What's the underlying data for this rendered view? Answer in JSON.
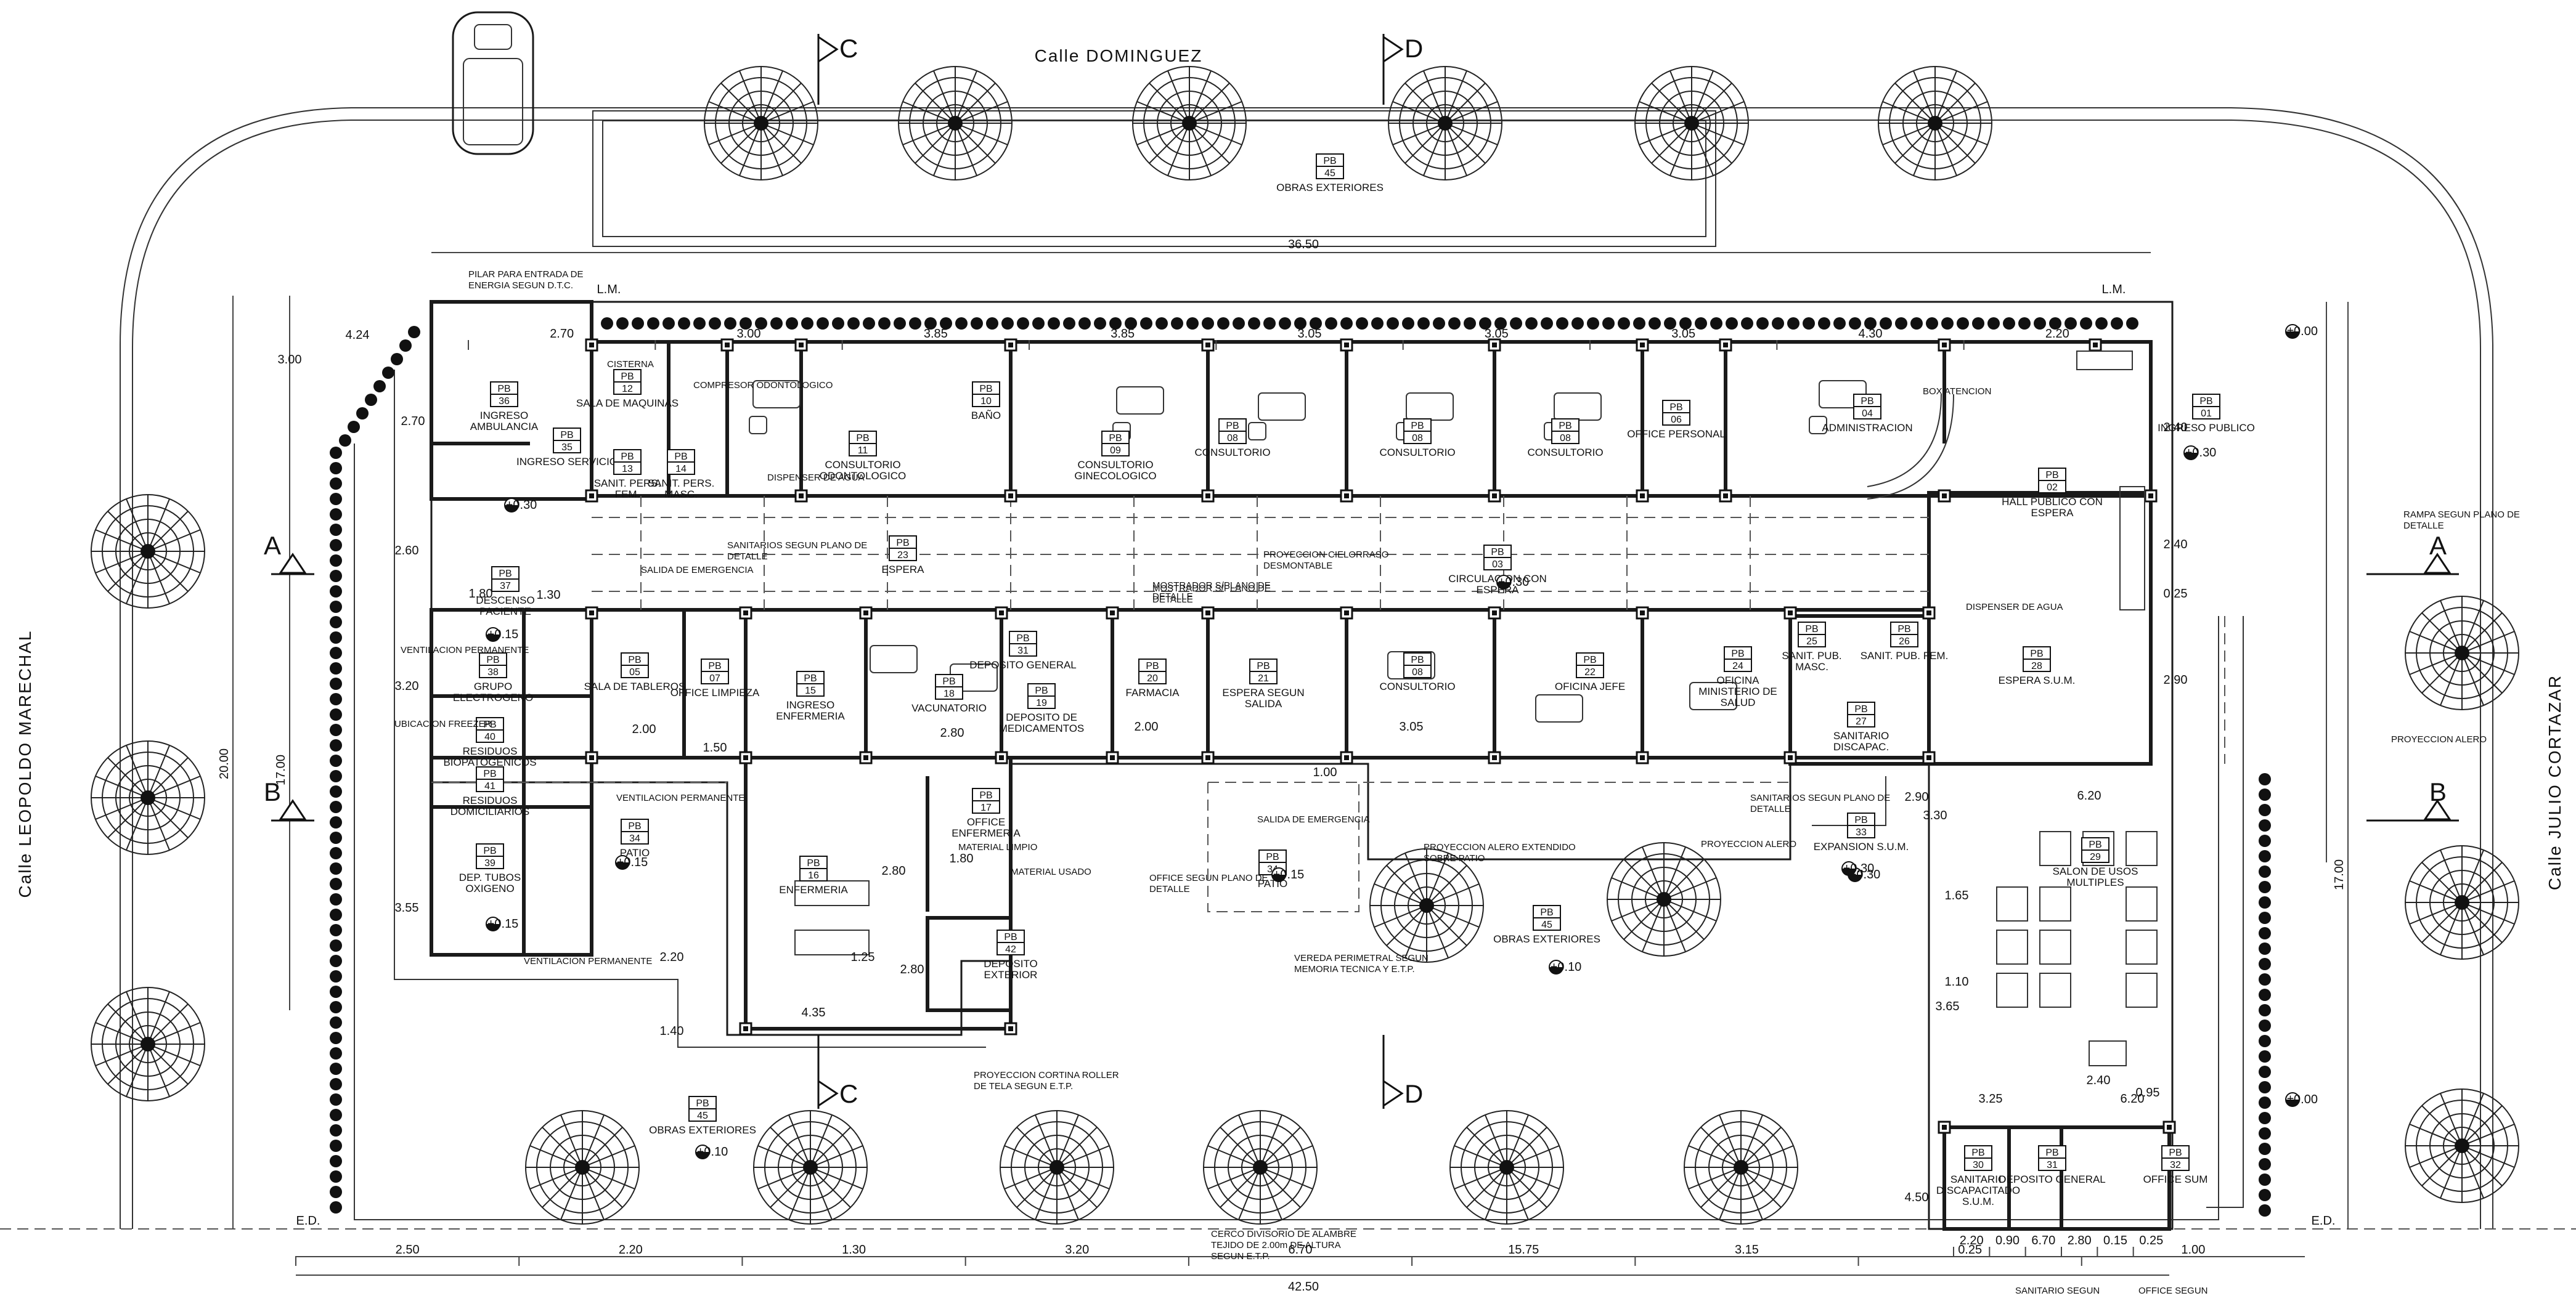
{
  "streets": {
    "north": "Calle DOMINGUEZ",
    "west": "Calle LEOPOLDO MARECHAL",
    "east": "Calle JULIO CORTAZAR"
  },
  "section_marks": {
    "a": "A",
    "b": "B",
    "c": "C",
    "d": "D"
  },
  "line_labels": {
    "lm": "L.M.",
    "ed": "E.D."
  },
  "rooms": [
    {
      "code": "PB",
      "num": "36",
      "name": "INGRESO AMBULANCIA"
    },
    {
      "code": "PB",
      "num": "12",
      "name": "SALA DE MAQUINAS"
    },
    {
      "code": "PB",
      "num": "35",
      "name": "INGRESO SERVICIO"
    },
    {
      "code": "PB",
      "num": "13",
      "name": "SANIT. PERS. FEM."
    },
    {
      "code": "PB",
      "num": "14",
      "name": "SANIT. PERS. MASC."
    },
    {
      "code": "PB",
      "num": "11",
      "name": "CONSULTORIO ODONTOLOGICO"
    },
    {
      "code": "PB",
      "num": "10",
      "name": "BAÑO"
    },
    {
      "code": "PB",
      "num": "09",
      "name": "CONSULTORIO GINECOLOGICO"
    },
    {
      "code": "PB",
      "num": "08",
      "name": "CONSULTORIO"
    },
    {
      "code": "PB",
      "num": "08",
      "name": "CONSULTORIO"
    },
    {
      "code": "PB",
      "num": "08",
      "name": "CONSULTORIO"
    },
    {
      "code": "PB",
      "num": "06",
      "name": "OFFICE PERSONAL"
    },
    {
      "code": "PB",
      "num": "04",
      "name": "ADMINISTRACION"
    },
    {
      "code": "PB",
      "num": "01",
      "name": "INGRESO PUBLICO"
    },
    {
      "code": "PB",
      "num": "02",
      "name": "HALL PUBLICO CON ESPERA"
    },
    {
      "code": "PB",
      "num": "37",
      "name": "DESCENSO PACIENTE"
    },
    {
      "code": "PB",
      "num": "23",
      "name": "ESPERA"
    },
    {
      "code": "PB",
      "num": "03",
      "name": "CIRCULACION CON ESPERA"
    },
    {
      "code": "PB",
      "num": "38",
      "name": "GRUPO ELECTROGENO"
    },
    {
      "code": "PB",
      "num": "05",
      "name": "SALA DE TABLEROS"
    },
    {
      "code": "PB",
      "num": "07",
      "name": "OFFICE LIMPIEZA"
    },
    {
      "code": "PB",
      "num": "15",
      "name": "INGRESO ENFERMERIA"
    },
    {
      "code": "PB",
      "num": "18",
      "name": "VACUNATORIO"
    },
    {
      "code": "PB",
      "num": "31",
      "name": "DEPOSITO GENERAL"
    },
    {
      "code": "PB",
      "num": "19",
      "name": "DEPOSITO DE MEDICAMENTOS"
    },
    {
      "code": "PB",
      "num": "20",
      "name": "FARMACIA"
    },
    {
      "code": "PB",
      "num": "21",
      "name": "ESPERA SEGUN SALIDA"
    },
    {
      "code": "PB",
      "num": "08",
      "name": "CONSULTORIO"
    },
    {
      "code": "PB",
      "num": "22",
      "name": "OFICINA JEFE"
    },
    {
      "code": "PB",
      "num": "24",
      "name": "OFICINA MINISTERIO DE SALUD"
    },
    {
      "code": "PB",
      "num": "25",
      "name": "SANIT. PUB. MASC."
    },
    {
      "code": "PB",
      "num": "26",
      "name": "SANIT. PUB. FEM."
    },
    {
      "code": "PB",
      "num": "27",
      "name": "SANITARIO DISCAPAC."
    },
    {
      "code": "PB",
      "num": "28",
      "name": "ESPERA S.U.M."
    },
    {
      "code": "PB",
      "num": "40",
      "name": "RESIDUOS BIOPATOGENICOS"
    },
    {
      "code": "PB",
      "num": "41",
      "name": "RESIDUOS DOMICILIARIOS"
    },
    {
      "code": "PB",
      "num": "39",
      "name": "DEP. TUBOS OXIGENO"
    },
    {
      "code": "PB",
      "num": "34",
      "name": "PATIO"
    },
    {
      "code": "PB",
      "num": "16",
      "name": "ENFERMERIA"
    },
    {
      "code": "PB",
      "num": "17",
      "name": "OFFICE ENFERMERIA"
    },
    {
      "code": "PB",
      "num": "42",
      "name": "DEPOSITO EXTERIOR"
    },
    {
      "code": "PB",
      "num": "34",
      "name": "PATIO"
    },
    {
      "code": "PB",
      "num": "33",
      "name": "EXPANSION S.U.M."
    },
    {
      "code": "PB",
      "num": "29",
      "name": "SALON DE USOS MULTIPLES"
    },
    {
      "code": "PB",
      "num": "45",
      "name": "OBRAS EXTERIORES"
    },
    {
      "code": "PB",
      "num": "45",
      "name": "OBRAS EXTERIORES"
    },
    {
      "code": "PB",
      "num": "45",
      "name": "OBRAS EXTERIORES"
    },
    {
      "code": "PB",
      "num": "30",
      "name": "SANITARIO DISCAPACITADO S.U.M."
    },
    {
      "code": "PB",
      "num": "31",
      "name": "DEPOSITO GENERAL"
    },
    {
      "code": "PB",
      "num": "32",
      "name": "OFFICE SUM"
    }
  ],
  "levels": [
    "+0.30",
    "+0.30",
    "+0.30",
    "+0.30",
    "+0.15",
    "+0.15",
    "+0.30",
    "+0.15",
    "+0.10",
    "+0.10",
    "+0.15",
    "±0.00",
    "±0.00"
  ],
  "notes": [
    "PILAR PARA ENTRADA DE ENERGIA SEGUN D.T.C.",
    "CISTERNA",
    "COMPRESOR ODONTOLOGICO",
    "DISPENSER DE AGUA",
    "SANITARIOS SEGUN PLANO DE DETALLE",
    "SALIDA DE EMERGENCIA",
    "MOSTRADOR S/PLANO DE DETALLE",
    "PROYECCION CIELORRASO DESMONTABLE",
    "MOSTRADOR S/PLANO DE DETALLE",
    "RAMPA SEGUN PLANO DE DETALLE",
    "DISPENSER DE AGUA",
    "PROYECCION ALERO",
    "VENTILACION PERMANENTE",
    "UBICACION FREEZER",
    "VENTILACION PERMANENTE",
    "VENTILACION PERMANENTE",
    "MATERIAL LIMPIO",
    "MATERIAL USADO",
    "OFFICE SEGUN PLANO DE DETALLE",
    "SALIDA DE EMERGENCIA",
    "PROYECCION ALERO EXTENDIDO SOBRE PATIO",
    "PROYECCION ALERO",
    "SANITARIOS SEGUN PLANO DE DETALLE",
    "VEREDA PERIMETRAL SEGUN MEMORIA TECNICA Y E.T.P.",
    "PROYECCION CORTINA ROLLER DE TELA SEGUN E.T.P.",
    "CERCO DIVISORIO DE ALAMBRE TEJIDO DE 2.00m DE ALTURA SEGUN E.T.P.",
    "SANITARIO SEGUN",
    "OFFICE SEGUN",
    "BOX ATENCION"
  ],
  "dims": {
    "top_overall": "36.50",
    "bottom_overall": "42.50",
    "west_height": "20.00",
    "east_height": "17.00",
    "west_inner": "17.00",
    "bottom_chain": [
      "2.50",
      "2.20",
      "1.30",
      "3.20",
      "6.70",
      "15.75",
      "3.15",
      "0.25",
      "1.00"
    ],
    "bottom_chain2": [
      "2.20",
      "0.90",
      "6.70",
      "2.80",
      "0.15",
      "0.25"
    ],
    "north_rooms": [
      "2.70",
      "3.00",
      "3.85",
      "3.85",
      "3.05",
      "3.05",
      "3.05",
      "4.30",
      "2.20"
    ],
    "misc": [
      "3.00",
      "2.70",
      "2.60",
      "3.20",
      "3.55",
      "4.24",
      "1.80",
      "1.30",
      "2.00",
      "2.80",
      "1.80",
      "2.00",
      "3.05",
      "1.00",
      "6.20",
      "2.90",
      "2.40",
      "2.40",
      "2.90",
      "3.30",
      "0.25",
      "0.95",
      "3.25",
      "6.20",
      "2.40",
      "3.65",
      "4.50",
      "1.25",
      "4.35",
      "2.20",
      "1.40",
      "2.80",
      "2.80",
      "1.50",
      "1.65",
      "1.10"
    ]
  }
}
